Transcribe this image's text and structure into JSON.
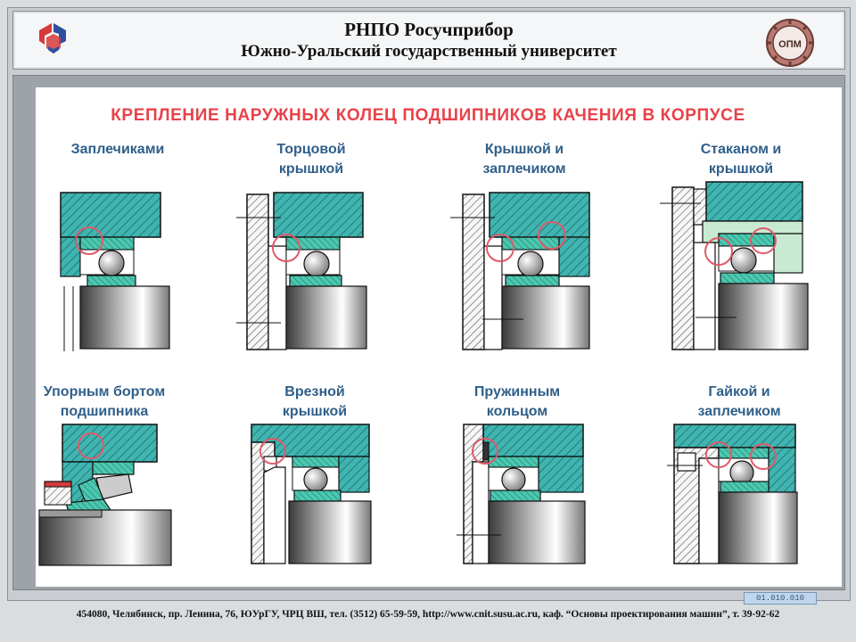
{
  "header": {
    "org": "РНПО Росучприбор",
    "university": "Южно-Уральский государственный университет",
    "emblem_text": "ОПМ"
  },
  "title": "КРЕПЛЕНИЕ НАРУЖНЫХ КОЛЕЦ ПОДШИПНИКОВ КАЧЕНИЯ В КОРПУСЕ",
  "methods": [
    {
      "lines": [
        "Заплечиками"
      ]
    },
    {
      "lines": [
        "Торцовой",
        "крышкой"
      ]
    },
    {
      "lines": [
        "Крышкой и",
        "заплечиком"
      ]
    },
    {
      "lines": [
        "Стаканом и",
        "крышкой"
      ]
    },
    {
      "lines": [
        "Упорным бортом",
        "подшипника"
      ]
    },
    {
      "lines": [
        "Врезной",
        "крышкой"
      ]
    },
    {
      "lines": [
        "Пружинным",
        "кольцом"
      ]
    },
    {
      "lines": [
        "Гайкой и",
        "заплечиком"
      ]
    }
  ],
  "code": "01.010.010",
  "footer": "454080, Челябинск, пр. Ленина, 76, ЮУрГУ, ЧРЦ ВШ, тел. (3512) 65-59-59, http://www.cnit.susu.ac.ru, каф. “Основы проектирования машин”, т. 39-92-62",
  "colors": {
    "title": "#e8424a",
    "caption": "#2f5f8a",
    "housing": "#3fb4b0",
    "ring": "#44c2ac",
    "highlight": "#e05a6a"
  }
}
